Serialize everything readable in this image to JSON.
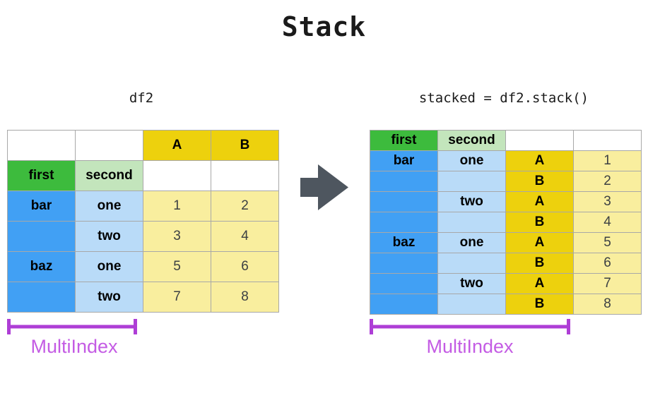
{
  "title": "Stack",
  "colors": {
    "gold": "#EDD10D",
    "pale_yellow": "#F9EE9E",
    "green": "#3DBB3D",
    "pale_green": "#C3E5BC",
    "blue": "#41A0F4",
    "pale_blue": "#B9DBF8",
    "white": "#FFFFFF",
    "border": "#A8A8A8",
    "arrow": "#4E565F",
    "purple_line": "#AE3ED6",
    "purple_text": "#C45CE4",
    "label_text": "#000000",
    "value_text": "#3C4043"
  },
  "left_table": {
    "caption": "df2",
    "bracket_label": "MultiIndex",
    "bracket_span_columns": 2,
    "rows": [
      [
        {
          "text": "",
          "fill": "white",
          "kind": "label"
        },
        {
          "text": "",
          "fill": "white",
          "kind": "label"
        },
        {
          "text": "A",
          "fill": "gold",
          "kind": "label"
        },
        {
          "text": "B",
          "fill": "gold",
          "kind": "label"
        }
      ],
      [
        {
          "text": "first",
          "fill": "green",
          "kind": "label"
        },
        {
          "text": "second",
          "fill": "pale_green",
          "kind": "label"
        },
        {
          "text": "",
          "fill": "white",
          "kind": "label"
        },
        {
          "text": "",
          "fill": "white",
          "kind": "label"
        }
      ],
      [
        {
          "text": "bar",
          "fill": "blue",
          "kind": "label"
        },
        {
          "text": "one",
          "fill": "pale_blue",
          "kind": "label"
        },
        {
          "text": "1",
          "fill": "pale_yellow",
          "kind": "value"
        },
        {
          "text": "2",
          "fill": "pale_yellow",
          "kind": "value"
        }
      ],
      [
        {
          "text": "",
          "fill": "blue",
          "kind": "label"
        },
        {
          "text": "two",
          "fill": "pale_blue",
          "kind": "label"
        },
        {
          "text": "3",
          "fill": "pale_yellow",
          "kind": "value"
        },
        {
          "text": "4",
          "fill": "pale_yellow",
          "kind": "value"
        }
      ],
      [
        {
          "text": "baz",
          "fill": "blue",
          "kind": "label"
        },
        {
          "text": "one",
          "fill": "pale_blue",
          "kind": "label"
        },
        {
          "text": "5",
          "fill": "pale_yellow",
          "kind": "value"
        },
        {
          "text": "6",
          "fill": "pale_yellow",
          "kind": "value"
        }
      ],
      [
        {
          "text": "",
          "fill": "blue",
          "kind": "label"
        },
        {
          "text": "two",
          "fill": "pale_blue",
          "kind": "label"
        },
        {
          "text": "7",
          "fill": "pale_yellow",
          "kind": "value"
        },
        {
          "text": "8",
          "fill": "pale_yellow",
          "kind": "value"
        }
      ]
    ]
  },
  "right_table": {
    "caption": "stacked = df2.stack()",
    "bracket_label": "MultiIndex",
    "bracket_span_columns": 3,
    "rows": [
      [
        {
          "text": "first",
          "fill": "green",
          "kind": "label"
        },
        {
          "text": "second",
          "fill": "pale_green",
          "kind": "label"
        },
        {
          "text": "",
          "fill": "white",
          "kind": "label"
        },
        {
          "text": "",
          "fill": "white",
          "kind": "label"
        }
      ],
      [
        {
          "text": "bar",
          "fill": "blue",
          "kind": "label"
        },
        {
          "text": "one",
          "fill": "pale_blue",
          "kind": "label"
        },
        {
          "text": "A",
          "fill": "gold",
          "kind": "label"
        },
        {
          "text": "1",
          "fill": "pale_yellow",
          "kind": "value"
        }
      ],
      [
        {
          "text": "",
          "fill": "blue",
          "kind": "label"
        },
        {
          "text": "",
          "fill": "pale_blue",
          "kind": "label"
        },
        {
          "text": "B",
          "fill": "gold",
          "kind": "label"
        },
        {
          "text": "2",
          "fill": "pale_yellow",
          "kind": "value"
        }
      ],
      [
        {
          "text": "",
          "fill": "blue",
          "kind": "label"
        },
        {
          "text": "two",
          "fill": "pale_blue",
          "kind": "label"
        },
        {
          "text": "A",
          "fill": "gold",
          "kind": "label"
        },
        {
          "text": "3",
          "fill": "pale_yellow",
          "kind": "value"
        }
      ],
      [
        {
          "text": "",
          "fill": "blue",
          "kind": "label"
        },
        {
          "text": "",
          "fill": "pale_blue",
          "kind": "label"
        },
        {
          "text": "B",
          "fill": "gold",
          "kind": "label"
        },
        {
          "text": "4",
          "fill": "pale_yellow",
          "kind": "value"
        }
      ],
      [
        {
          "text": "baz",
          "fill": "blue",
          "kind": "label"
        },
        {
          "text": "one",
          "fill": "pale_blue",
          "kind": "label"
        },
        {
          "text": "A",
          "fill": "gold",
          "kind": "label"
        },
        {
          "text": "5",
          "fill": "pale_yellow",
          "kind": "value"
        }
      ],
      [
        {
          "text": "",
          "fill": "blue",
          "kind": "label"
        },
        {
          "text": "",
          "fill": "pale_blue",
          "kind": "label"
        },
        {
          "text": "B",
          "fill": "gold",
          "kind": "label"
        },
        {
          "text": "6",
          "fill": "pale_yellow",
          "kind": "value"
        }
      ],
      [
        {
          "text": "",
          "fill": "blue",
          "kind": "label"
        },
        {
          "text": "two",
          "fill": "pale_blue",
          "kind": "label"
        },
        {
          "text": "A",
          "fill": "gold",
          "kind": "label"
        },
        {
          "text": "7",
          "fill": "pale_yellow",
          "kind": "value"
        }
      ],
      [
        {
          "text": "",
          "fill": "blue",
          "kind": "label"
        },
        {
          "text": "",
          "fill": "pale_blue",
          "kind": "label"
        },
        {
          "text": "B",
          "fill": "gold",
          "kind": "label"
        },
        {
          "text": "8",
          "fill": "pale_yellow",
          "kind": "value"
        }
      ]
    ]
  },
  "arrow_icon": "right-block-arrow"
}
